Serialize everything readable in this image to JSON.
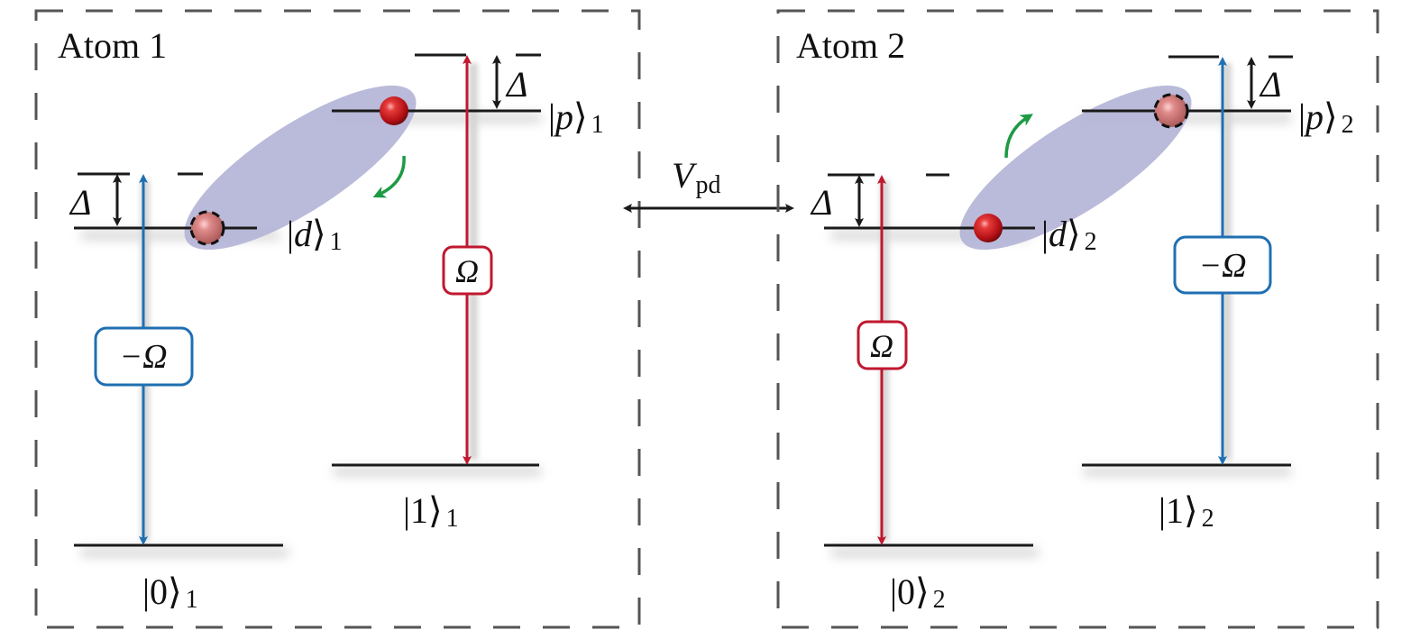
{
  "panels": [
    {
      "title": "Atom 1",
      "levels": {
        "p": {
          "ket": "p",
          "sub": "1"
        },
        "d": {
          "ket": "d",
          "sub": "1"
        },
        "one": {
          "ket": "1",
          "sub": "1"
        },
        "zero": {
          "ket": "0",
          "sub": "1"
        }
      },
      "blue_label": "−Ω",
      "red_label": "Ω",
      "detuning_label": "Δ",
      "excited_atom_level": "p",
      "ghost_atom_level": "d",
      "arrow_direction": "p-to-d"
    },
    {
      "title": "Atom 2",
      "levels": {
        "p": {
          "ket": "p",
          "sub": "2"
        },
        "d": {
          "ket": "d",
          "sub": "2"
        },
        "one": {
          "ket": "1",
          "sub": "2"
        },
        "zero": {
          "ket": "0",
          "sub": "2"
        }
      },
      "blue_label": "−Ω",
      "red_label": "Ω",
      "detuning_label": "Δ",
      "excited_atom_level": "d",
      "ghost_atom_level": "p",
      "arrow_direction": "d-to-p"
    }
  ],
  "coupling": {
    "symbol": "V",
    "subscript": "pd"
  },
  "colors": {
    "blue": "#1f6fb2",
    "red": "#c0182f",
    "green": "#1e9a45",
    "ellipse": "#b3b3d6",
    "box_dash": "#555555",
    "level": "#1a1a1a",
    "atom": "#c4222a",
    "ghost_atom": "#d97f7f"
  }
}
